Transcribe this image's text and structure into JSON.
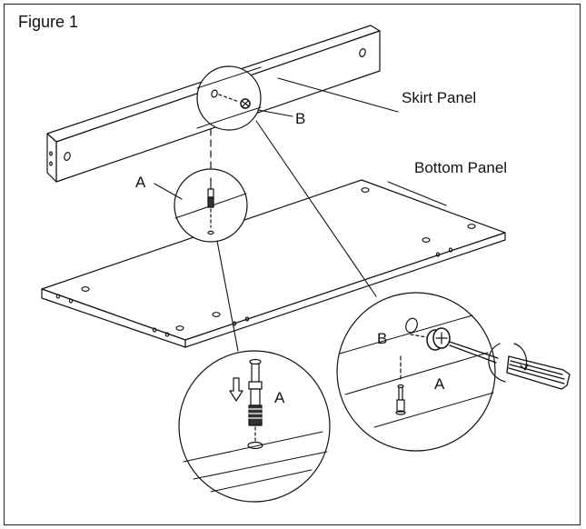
{
  "figure": {
    "title": "Figure 1"
  },
  "labels": {
    "skirt_panel": "Skirt Panel",
    "bottom_panel": "Bottom Panel",
    "part_a": "A",
    "part_b": "B"
  }
}
